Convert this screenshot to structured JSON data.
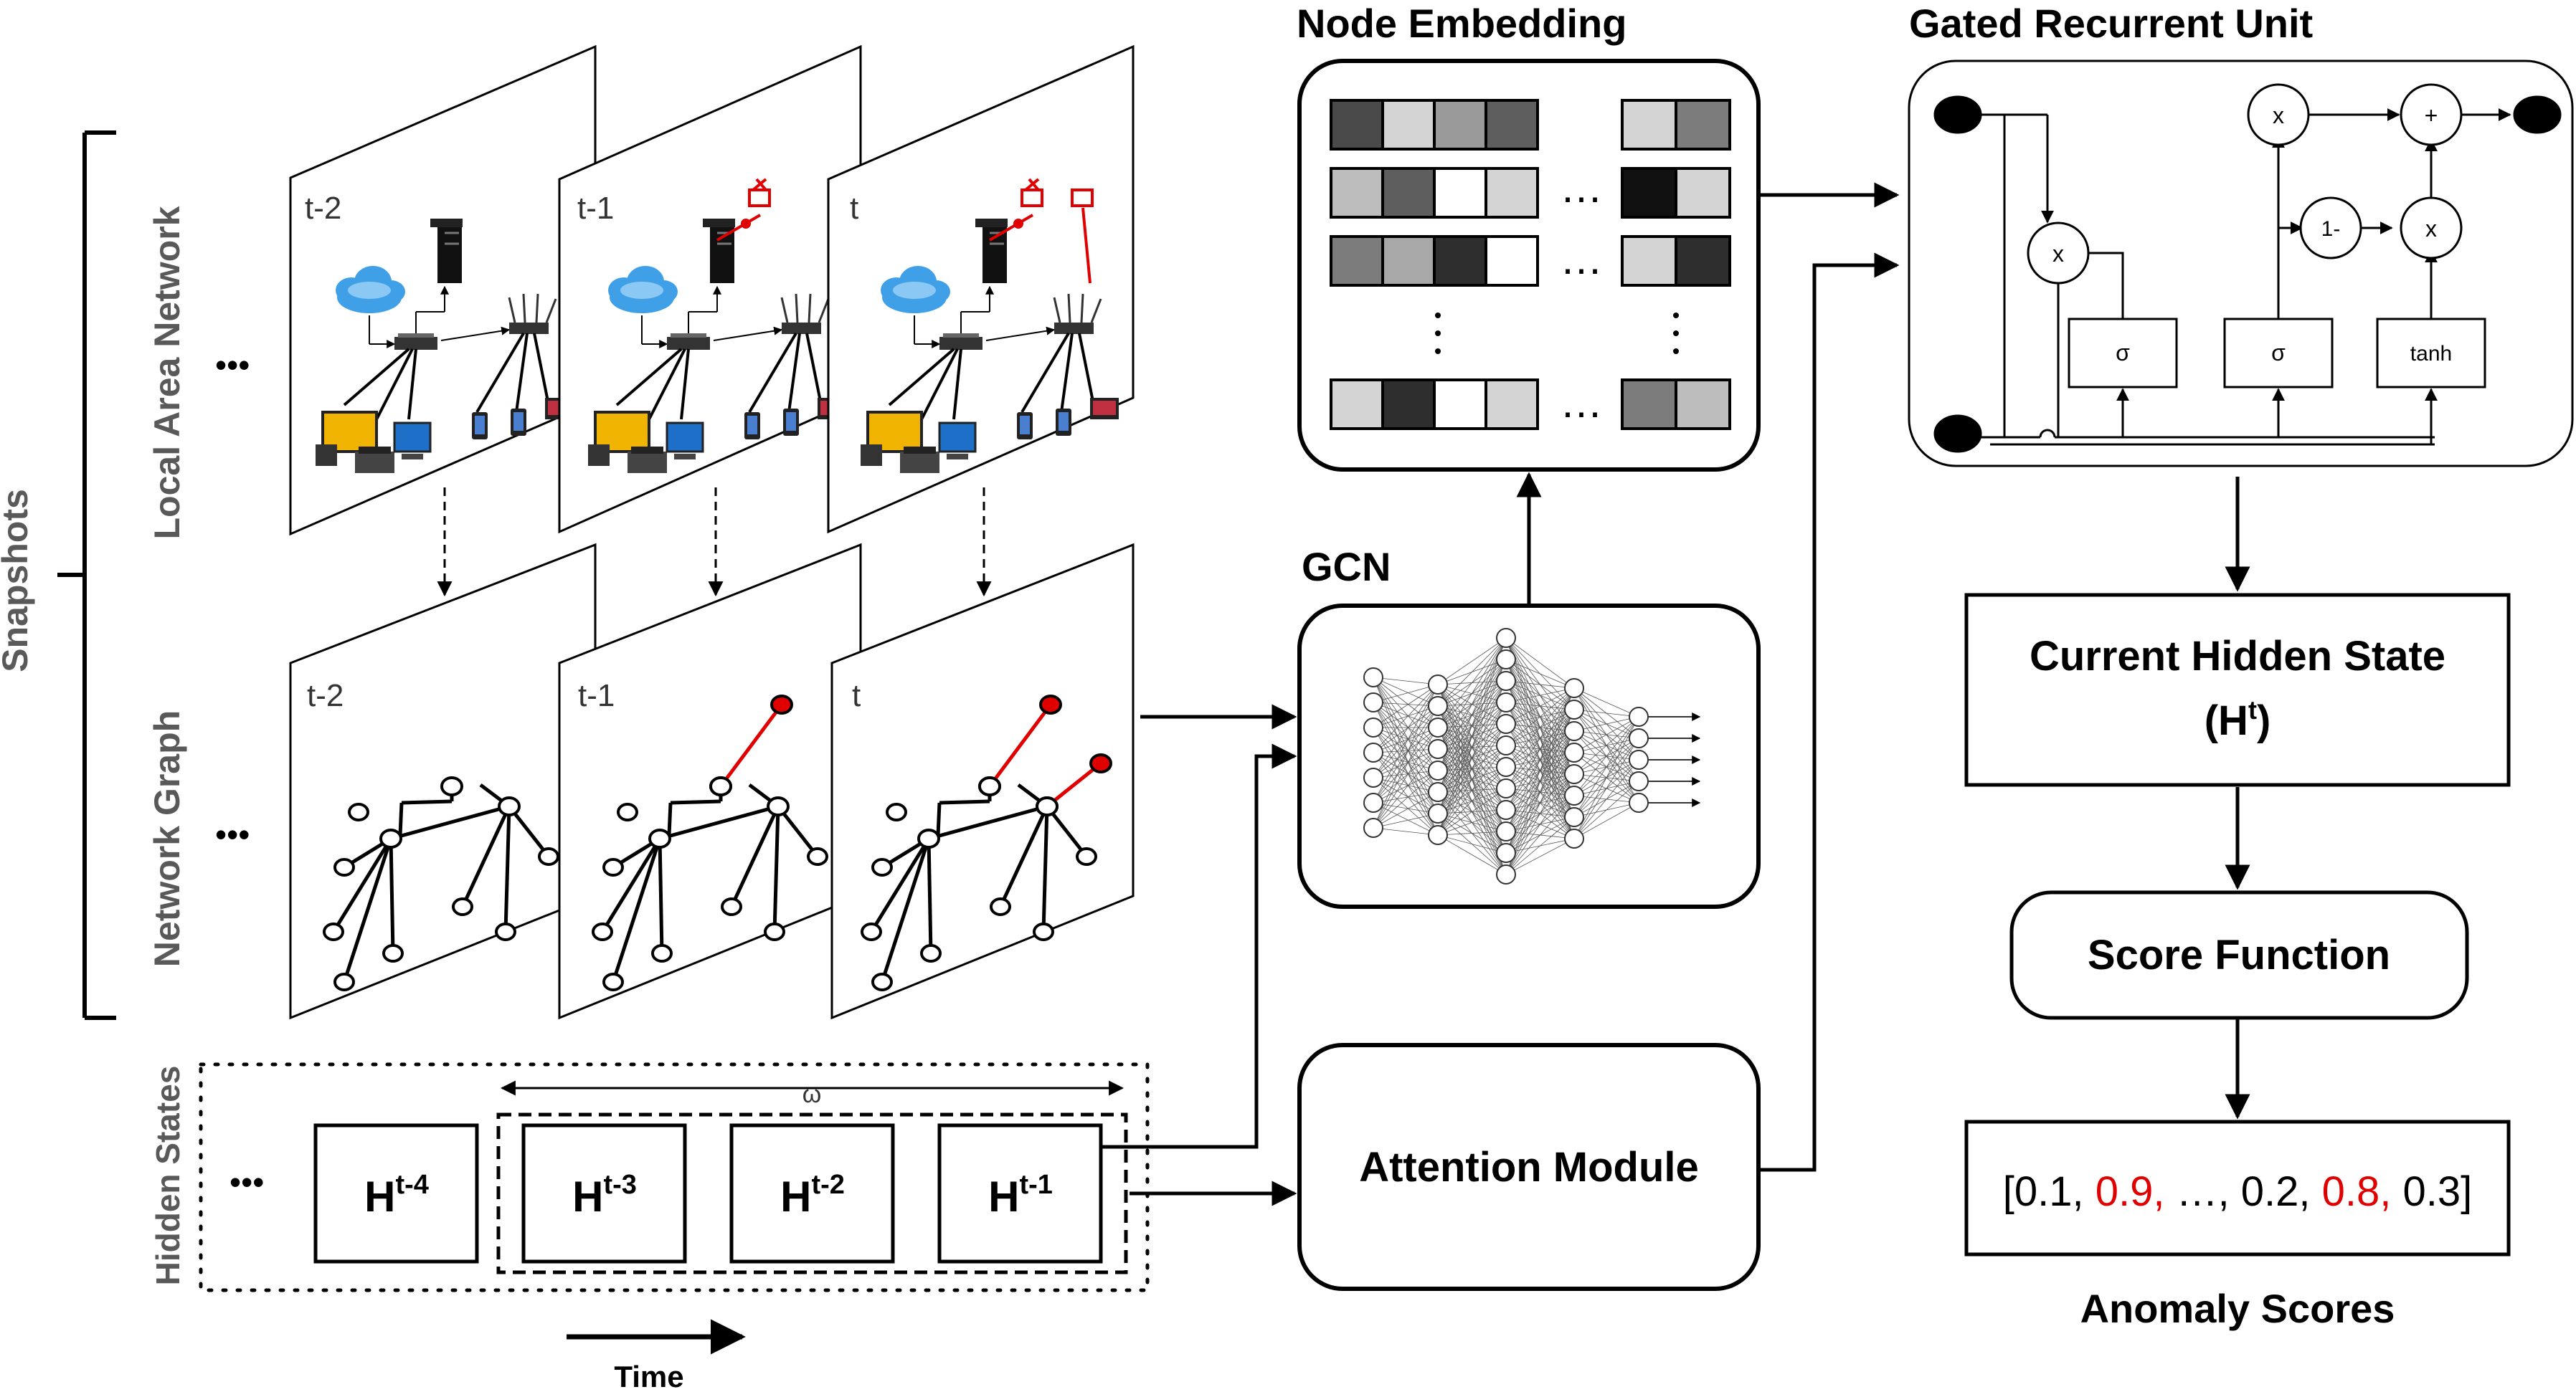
{
  "labels": {
    "snapshots": "Snapshots",
    "local_area_network": "Local Area Network",
    "network_graph": "Network Graph",
    "hidden_states": "Hidden States",
    "time": "Time",
    "dots": "•••",
    "gcn": "GCN",
    "node_embedding": "Node Embedding",
    "gru": "Gated Recurrent Unit",
    "attention_module": "Attention Module",
    "current_hidden_state": "Current Hidden State",
    "current_hidden_base": "(H",
    "current_hidden_sup": "t",
    "current_hidden_close": ")",
    "score_function": "Score Function",
    "anomaly_scores": "Anomaly Scores",
    "omega": "ω"
  },
  "snapshot_labels": [
    "t-2",
    "t-1",
    "t"
  ],
  "hidden_state_cards": [
    {
      "base": "H",
      "sup": "t-4"
    },
    {
      "base": "H",
      "sup": "t-3"
    },
    {
      "base": "H",
      "sup": "t-2"
    },
    {
      "base": "H",
      "sup": "t-1"
    }
  ],
  "gru_ops": {
    "mul": "x",
    "add": "+",
    "one_minus": "1-",
    "sigma": "σ",
    "tanh": "tanh"
  },
  "scores": {
    "open": "[",
    "items": [
      {
        "text": "0.1, ",
        "color": "#000000"
      },
      {
        "text": "0.9, ",
        "color": "#e00000"
      },
      {
        "text": "…, ",
        "color": "#000000"
      },
      {
        "text": "0.2, ",
        "color": "#000000"
      },
      {
        "text": "0.8, ",
        "color": "#e00000"
      },
      {
        "text": "0.3",
        "color": "#000000"
      }
    ],
    "close": "]"
  },
  "embedding_ellipsis_h": "…",
  "colors": {
    "anomaly": "#e00000",
    "label_gray": "#595959",
    "cloud": "#3fa0e8"
  }
}
